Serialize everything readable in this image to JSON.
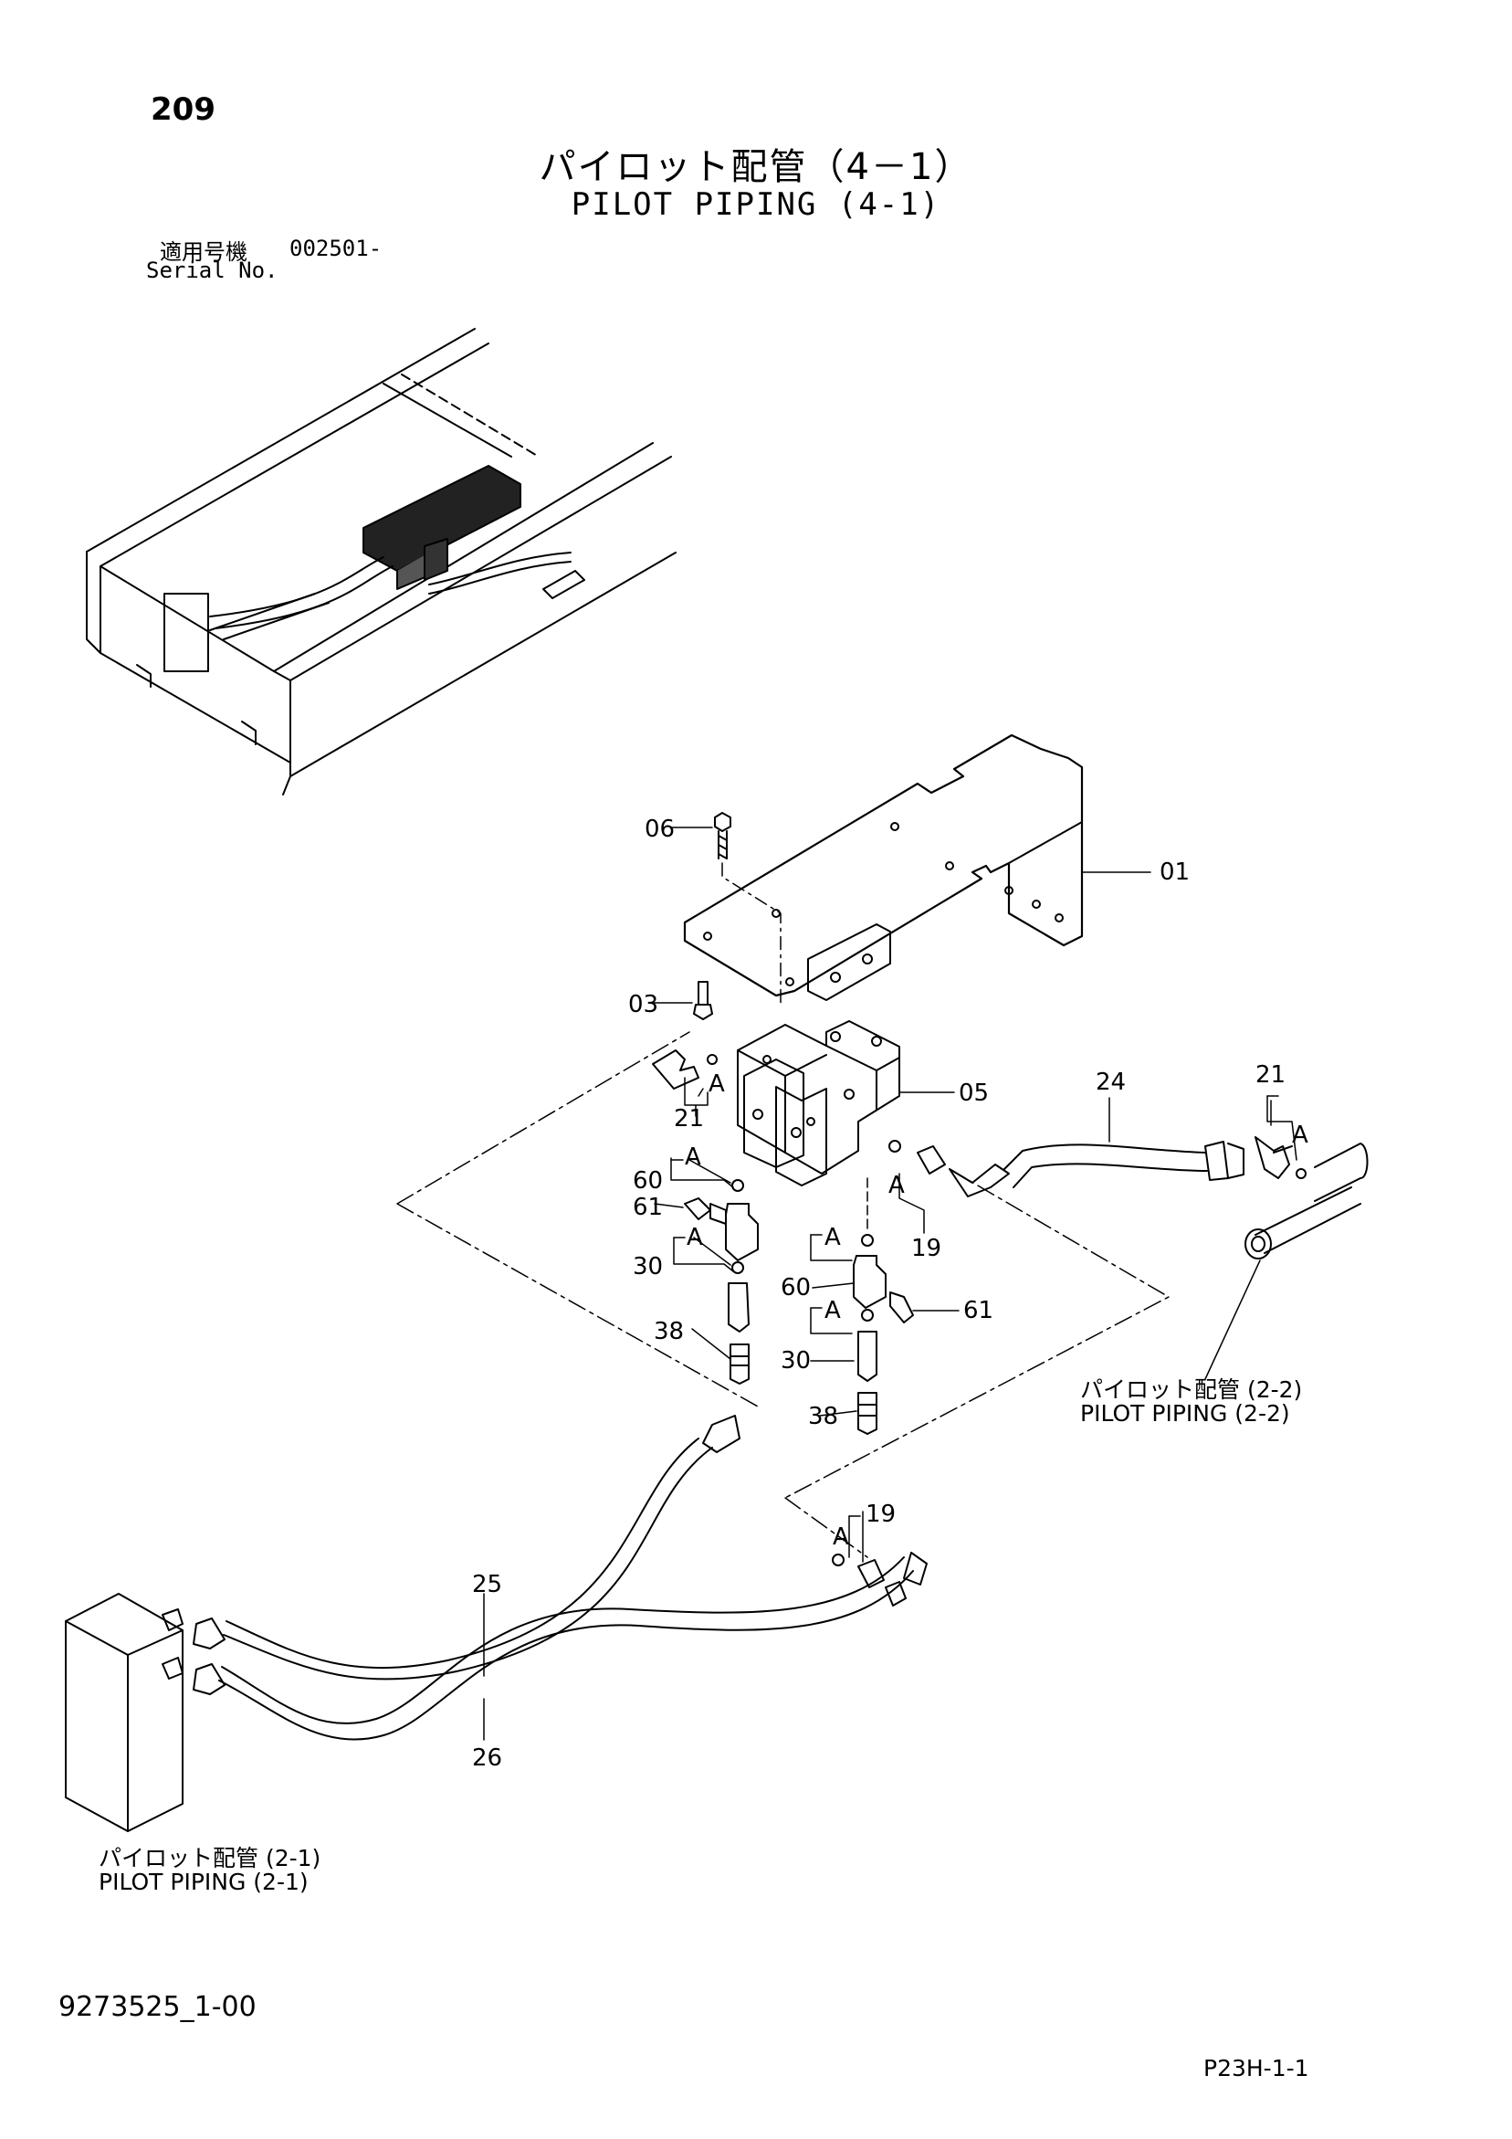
{
  "page_number": "209",
  "title_jp": "パイロット配管（4－1）",
  "title_en": "PILOT PIPING (4-1)",
  "serial": {
    "label_jp": "適用号機",
    "value": "002501-",
    "label_en": "Serial No."
  },
  "parts": [
    {
      "key": "p01",
      "number": "01"
    },
    {
      "key": "p03",
      "number": "03"
    },
    {
      "key": "p05",
      "number": "05"
    },
    {
      "key": "p06",
      "number": "06"
    },
    {
      "key": "p19a",
      "number": "19"
    },
    {
      "key": "p19b",
      "number": "19"
    },
    {
      "key": "p21a",
      "number": "21"
    },
    {
      "key": "p21b",
      "number": "21"
    },
    {
      "key": "p24",
      "number": "24"
    },
    {
      "key": "p25",
      "number": "25"
    },
    {
      "key": "p26",
      "number": "26"
    },
    {
      "key": "p30a",
      "number": "30"
    },
    {
      "key": "p30b",
      "number": "30"
    },
    {
      "key": "p38a",
      "number": "38"
    },
    {
      "key": "p38b",
      "number": "38"
    },
    {
      "key": "p60a",
      "number": "60"
    },
    {
      "key": "p60b",
      "number": "60"
    },
    {
      "key": "p61a",
      "number": "61"
    },
    {
      "key": "p61b",
      "number": "61"
    }
  ],
  "detail_marker": "A",
  "references": {
    "piping_2_2": {
      "jp": "パイロット配管 (2-2)",
      "en": "PILOT PIPING (2-2)"
    },
    "piping_2_1": {
      "jp": "パイロット配管 (2-1)",
      "en": "PILOT PIPING (2-1)"
    }
  },
  "document_number": "9273525_1-00",
  "page_code": "P23H-1-1"
}
